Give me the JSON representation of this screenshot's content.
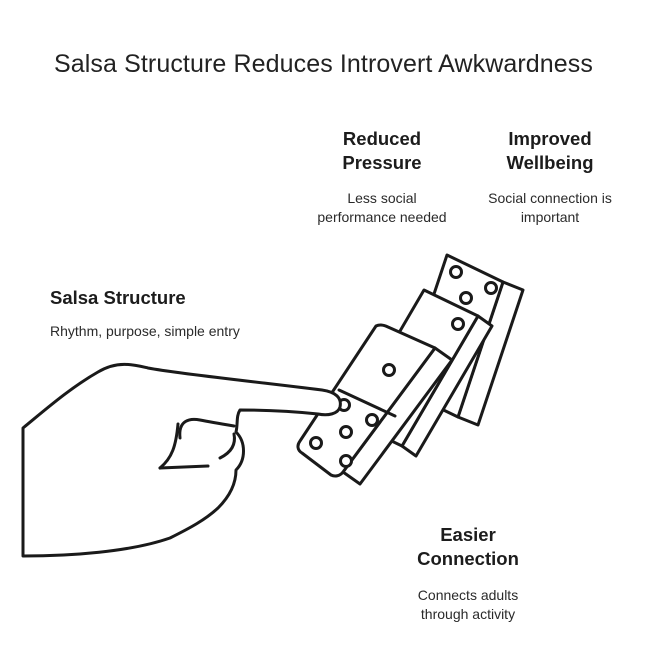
{
  "title": "Salsa Structure Reduces Introvert Awkwardness",
  "blocks": {
    "reduced_pressure": {
      "heading_line1": "Reduced",
      "heading_line2": "Pressure",
      "desc_line1": "Less social",
      "desc_line2": "performance needed"
    },
    "improved_wellbeing": {
      "heading_line1": "Improved",
      "heading_line2": "Wellbeing",
      "desc_line1": "Social connection is",
      "desc_line2": "important"
    },
    "salsa_structure": {
      "heading": "Salsa Structure",
      "desc": "Rhythm, purpose, simple entry"
    },
    "easier_connection": {
      "heading_line1": "Easier",
      "heading_line2": "Connection",
      "desc_line1": "Connects adults",
      "desc_line2": "through activity"
    }
  },
  "illustration": {
    "hand_icon": "pointing-hand-icon",
    "dominoes_icon": "falling-dominoes-icon",
    "stroke_color": "#1a1a1a",
    "fill_color": "#ffffff"
  }
}
